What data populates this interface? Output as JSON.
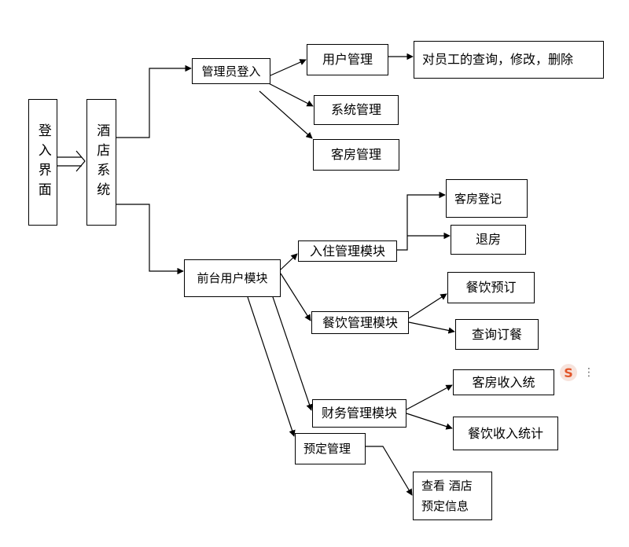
{
  "nodes": {
    "login": "登入界面",
    "hotel_system": "酒店系统",
    "admin_login": "管理员登入",
    "user_mgmt": "用户管理",
    "employee_ops": "对员工的查询，修改，删除",
    "system_mgmt": "系统管理",
    "room_mgmt": "客房管理",
    "front_desk": "前台用户模块",
    "checkin_mgmt": "入住管理模块",
    "room_register": "客房登记",
    "checkout": "退房",
    "catering_mgmt": "餐饮管理模块",
    "catering_booking": "餐饮预订",
    "query_order": "查询订餐",
    "finance_mgmt": "财务管理模块",
    "room_income": "客房收入统",
    "catering_income": "餐饮收入统计",
    "reservation_mgmt": "预定管理",
    "view_reservation_line1": "查看 酒店",
    "view_reservation_line2": "预定信息"
  },
  "ime_widget": {
    "icon": "sogou-s-icon",
    "glyph": "S",
    "more": "⋮"
  }
}
